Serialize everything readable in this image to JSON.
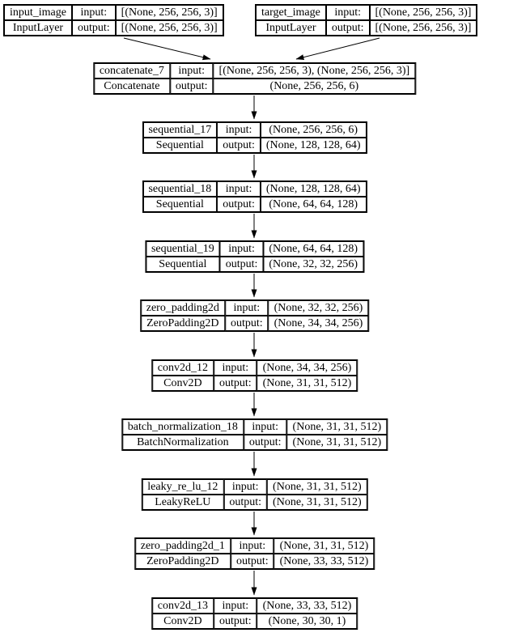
{
  "diagram": {
    "kind": "keras-model-plot",
    "background_color": "#ffffff",
    "line_color": "#000000",
    "labels": {
      "input": "input:",
      "output": "output:"
    },
    "nodes": [
      {
        "id": "input_image",
        "name": "input_image",
        "type": "InputLayer",
        "input_shape": "[(None, 256, 256, 3)]",
        "output_shape": "[(None, 256, 256, 3)]"
      },
      {
        "id": "target_image",
        "name": "target_image",
        "type": "InputLayer",
        "input_shape": "[(None, 256, 256, 3)]",
        "output_shape": "[(None, 256, 256, 3)]"
      },
      {
        "id": "concatenate_7",
        "name": "concatenate_7",
        "type": "Concatenate",
        "input_shape": "[(None, 256, 256, 3), (None, 256, 256, 3)]",
        "output_shape": "(None, 256, 256, 6)"
      },
      {
        "id": "sequential_17",
        "name": "sequential_17",
        "type": "Sequential",
        "input_shape": "(None, 256, 256, 6)",
        "output_shape": "(None, 128, 128, 64)"
      },
      {
        "id": "sequential_18",
        "name": "sequential_18",
        "type": "Sequential",
        "input_shape": "(None, 128, 128, 64)",
        "output_shape": "(None, 64, 64, 128)"
      },
      {
        "id": "sequential_19",
        "name": "sequential_19",
        "type": "Sequential",
        "input_shape": "(None, 64, 64, 128)",
        "output_shape": "(None, 32, 32, 256)"
      },
      {
        "id": "zero_padding2d",
        "name": "zero_padding2d",
        "type": "ZeroPadding2D",
        "input_shape": "(None, 32, 32, 256)",
        "output_shape": "(None, 34, 34, 256)"
      },
      {
        "id": "conv2d_12",
        "name": "conv2d_12",
        "type": "Conv2D",
        "input_shape": "(None, 34, 34, 256)",
        "output_shape": "(None, 31, 31, 512)"
      },
      {
        "id": "batch_normalization_18",
        "name": "batch_normalization_18",
        "type": "BatchNormalization",
        "input_shape": "(None, 31, 31, 512)",
        "output_shape": "(None, 31, 31, 512)"
      },
      {
        "id": "leaky_re_lu_12",
        "name": "leaky_re_lu_12",
        "type": "LeakyReLU",
        "input_shape": "(None, 31, 31, 512)",
        "output_shape": "(None, 31, 31, 512)"
      },
      {
        "id": "zero_padding2d_1",
        "name": "zero_padding2d_1",
        "type": "ZeroPadding2D",
        "input_shape": "(None, 31, 31, 512)",
        "output_shape": "(None, 33, 33, 512)"
      },
      {
        "id": "conv2d_13",
        "name": "conv2d_13",
        "type": "Conv2D",
        "input_shape": "(None, 33, 33, 512)",
        "output_shape": "(None, 30, 30, 1)"
      }
    ],
    "edges": [
      {
        "from": "input_image",
        "to": "concatenate_7"
      },
      {
        "from": "target_image",
        "to": "concatenate_7"
      },
      {
        "from": "concatenate_7",
        "to": "sequential_17"
      },
      {
        "from": "sequential_17",
        "to": "sequential_18"
      },
      {
        "from": "sequential_18",
        "to": "sequential_19"
      },
      {
        "from": "sequential_19",
        "to": "zero_padding2d"
      },
      {
        "from": "zero_padding2d",
        "to": "conv2d_12"
      },
      {
        "from": "conv2d_12",
        "to": "batch_normalization_18"
      },
      {
        "from": "batch_normalization_18",
        "to": "leaky_re_lu_12"
      },
      {
        "from": "leaky_re_lu_12",
        "to": "zero_padding2d_1"
      },
      {
        "from": "zero_padding2d_1",
        "to": "conv2d_13"
      }
    ]
  }
}
